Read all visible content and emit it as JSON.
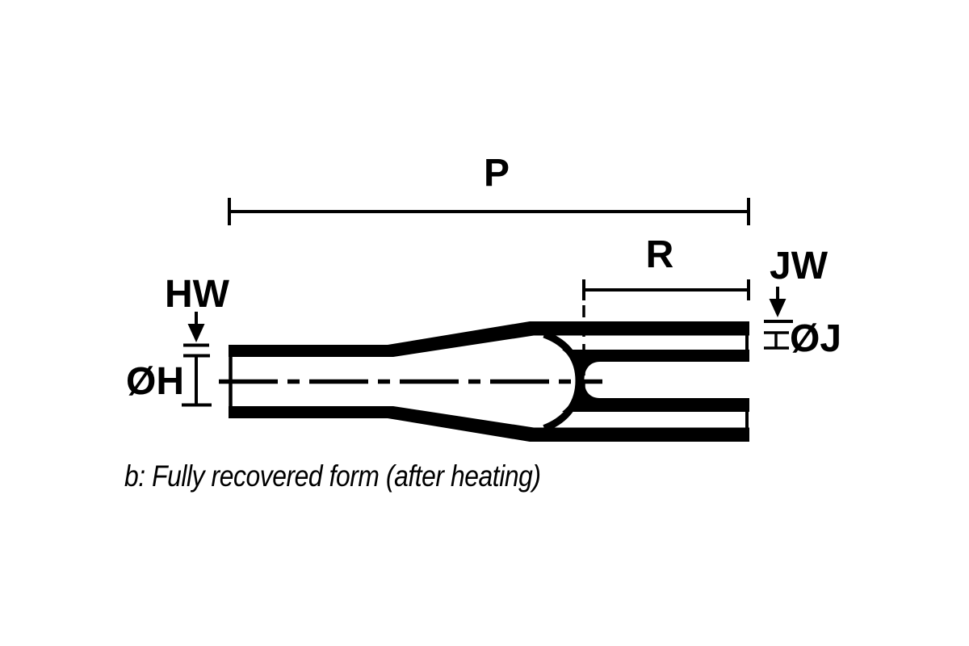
{
  "diagram": {
    "type": "technical-dimension-drawing",
    "subject": "heat-shrink two-way transition boot, fully recovered cross-section",
    "labels": {
      "overall_length": "P",
      "leg_length": "R",
      "body_wall_thickness": "HW",
      "body_inner_diameter": "ØH",
      "leg_wall_thickness": "JW",
      "leg_inner_diameter": "ØJ"
    },
    "caption": "b: Fully recovered form (after heating)",
    "colors": {
      "ink": "#000000",
      "background": "#ffffff"
    }
  }
}
